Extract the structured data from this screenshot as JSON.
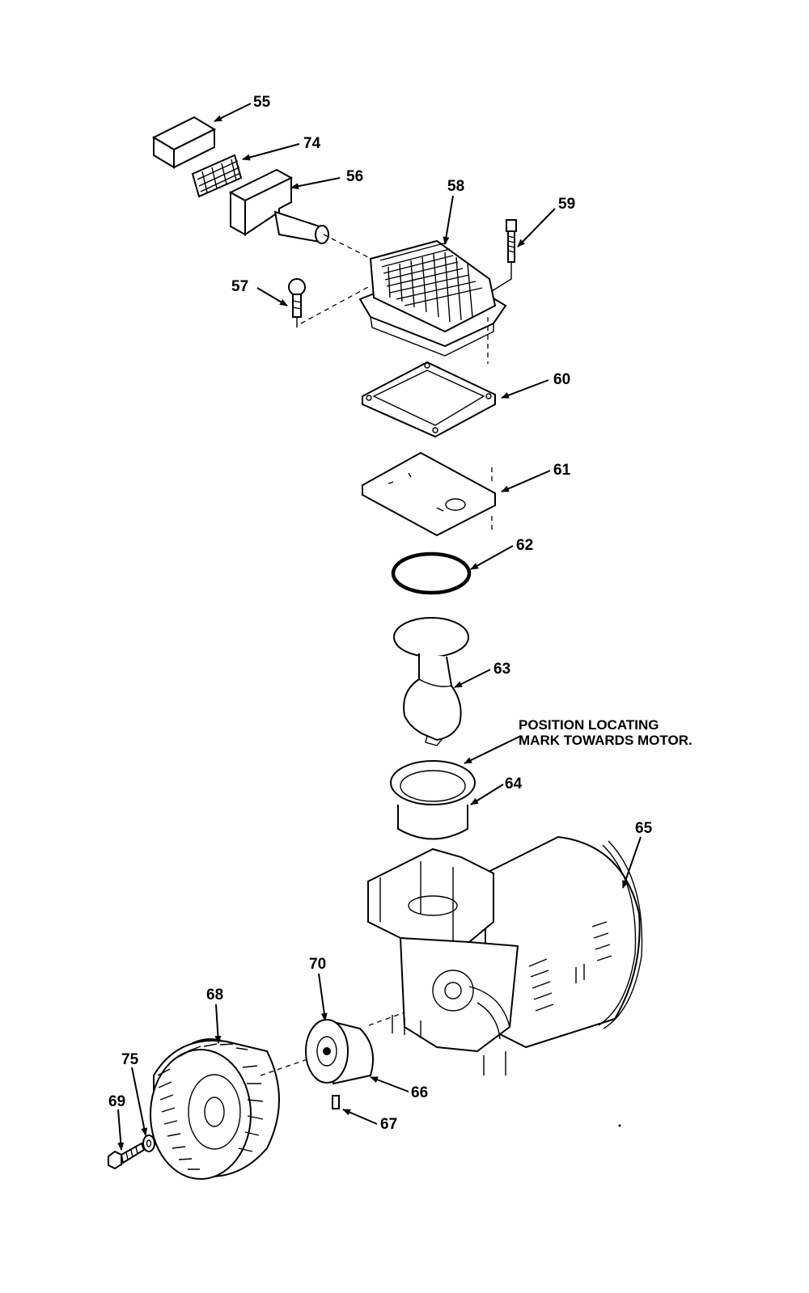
{
  "labels": {
    "p55": "55",
    "p74": "74",
    "p56": "56",
    "p58": "58",
    "p59": "59",
    "p57": "57",
    "p60": "60",
    "p61": "61",
    "p62": "62",
    "p63": "63",
    "p64": "64",
    "p65": "65",
    "p70": "70",
    "p68": "68",
    "p75": "75",
    "p69": "69",
    "p66": "66",
    "p67": "67"
  },
  "note": {
    "line1": "POSITION LOCATING",
    "line2": "MARK TOWARDS MOTOR."
  }
}
